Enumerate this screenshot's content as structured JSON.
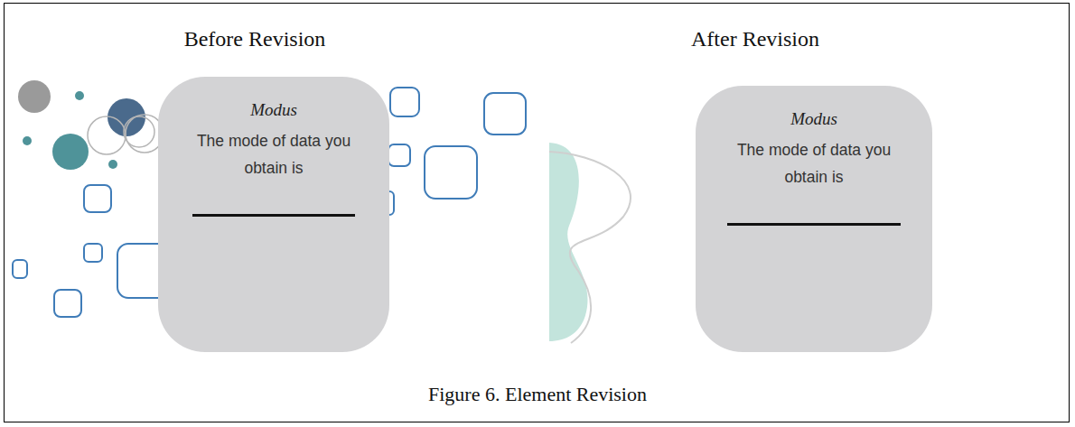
{
  "diagram": {
    "caption": "Figure 6. Element Revision",
    "nodes": [
      {
        "text": [
          "Modus",
          "The mode of data you obtain is"
        ]
      },
      {
        "text": [
          "Modus",
          "The mode of data you obtain is"
        ]
      }
    ],
    "labels": [
      "Before Revision",
      "After Revision"
    ]
  }
}
